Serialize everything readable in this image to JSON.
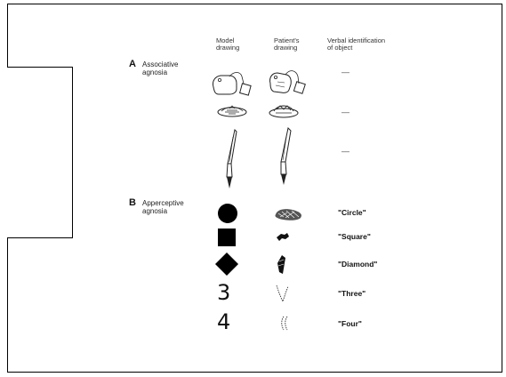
{
  "headers": {
    "model": [
      "Model",
      "drawing"
    ],
    "patient": [
      "Patient's",
      "drawing"
    ],
    "verbal": [
      "Verbal identification",
      "of object"
    ]
  },
  "sections": [
    {
      "letter": "A",
      "name": [
        "Associative",
        "agnosia"
      ]
    },
    {
      "letter": "B",
      "name": [
        "Apperceptive",
        "agnosia"
      ]
    }
  ],
  "associative_rows": [
    {
      "object": "tag-icon",
      "verbal": "—"
    },
    {
      "object": "boat-icon",
      "verbal": "—"
    },
    {
      "object": "pen-icon",
      "verbal": "—"
    }
  ],
  "apperceptive_rows": [
    {
      "model": "circle",
      "verbal": "\"Circle\""
    },
    {
      "model": "square",
      "verbal": "\"Square\""
    },
    {
      "model": "diamond",
      "verbal": "\"Diamond\""
    },
    {
      "model": "3",
      "verbal": "\"Three\""
    },
    {
      "model": "4",
      "verbal": "\"Four\""
    }
  ]
}
